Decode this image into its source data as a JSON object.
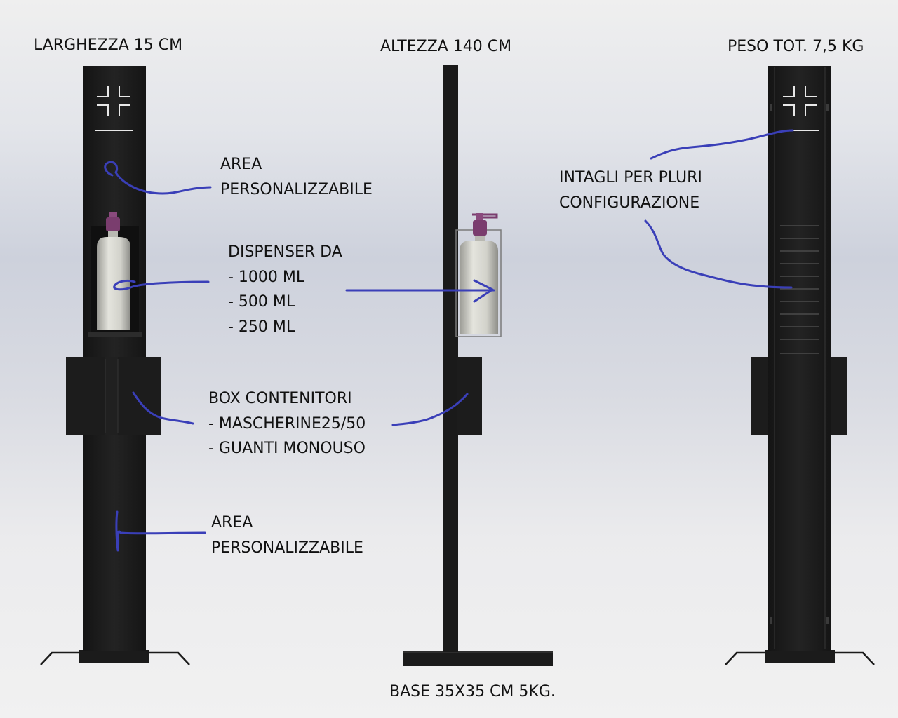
{
  "header": {
    "width_label": "LARGHEZZA 15  CM",
    "height_label": "ALTEZZA 140 CM",
    "weight_label": "PESO TOT. 7,5 KG"
  },
  "base_label": "BASE 35X35 CM 5KG.",
  "callouts": {
    "area_top": [
      "AREA",
      "PERSONALIZZABILE"
    ],
    "dispenser": [
      "DISPENSER DA",
      "- 1000 ML",
      "- 500 ML",
      "- 250 ML"
    ],
    "box": [
      "BOX CONTENITORI",
      "- MASCHERINE25/50",
      "- GUANTI MONOUSO"
    ],
    "area_bottom": [
      "AREA",
      "PERSONALIZZABILE"
    ],
    "intagli": [
      "INTAGLI PER PLURI",
      "CONFIGURAZIONE"
    ]
  },
  "colors": {
    "annotation_ink": "#3a3fb8",
    "post_dark": "#1c1c1c",
    "bottle_body": "#d9d9d2",
    "pump": "#7a3d6e"
  }
}
